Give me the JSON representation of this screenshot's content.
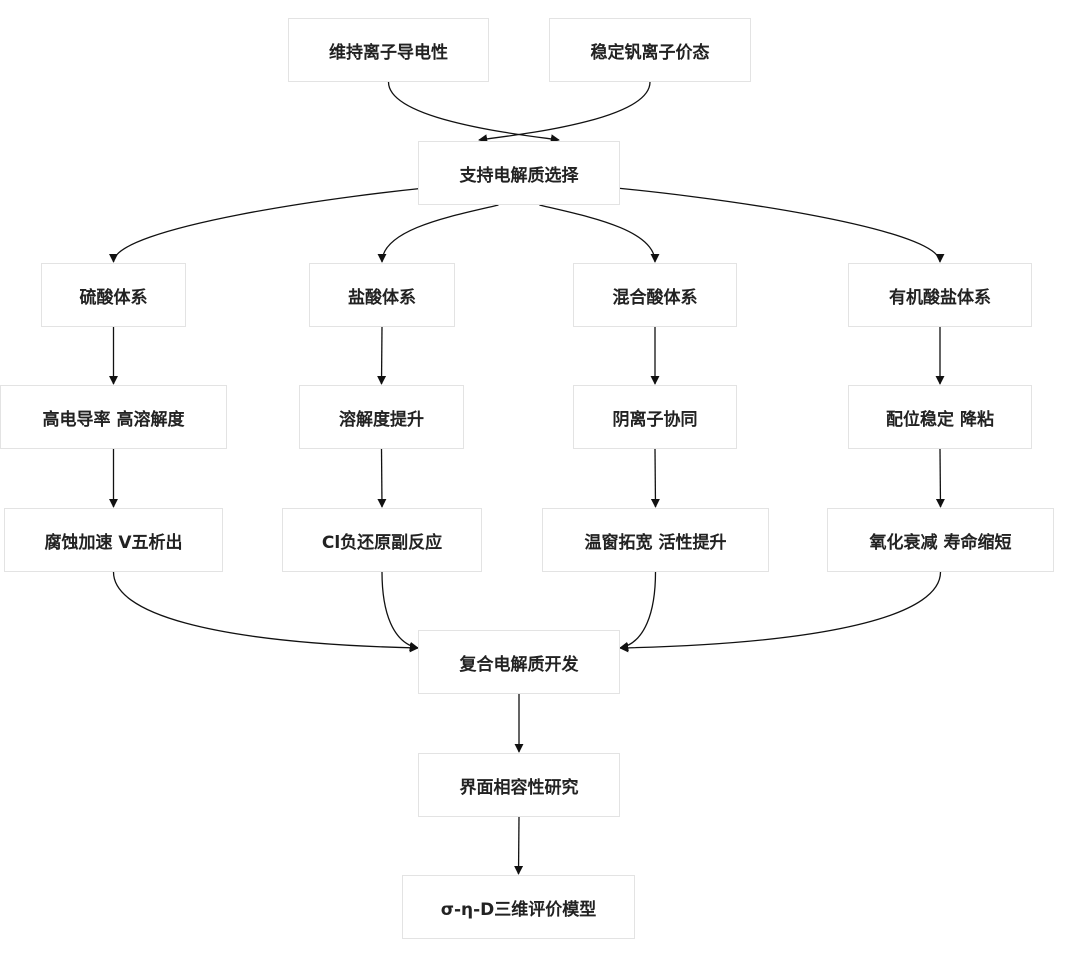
{
  "nodes": {
    "n1": "维持离子导电性",
    "n2": "稳定钒离子价态",
    "n3": "支持电解质选择",
    "a1": "硫酸体系",
    "b1": "盐酸体系",
    "c1": "混合酸体系",
    "d1": "有机酸盐体系",
    "a2": "高电导率 高溶解度",
    "b2": "溶解度提升",
    "c2": "阴离子协同",
    "d2": "配位稳定 降粘",
    "a3": "腐蚀加速 V五析出",
    "b3": "Cl负还原副反应",
    "c3": "温窗拓宽 活性提升",
    "d3": "氧化衰减 寿命缩短",
    "m1": "复合电解质开发",
    "m2": "界面相容性研究",
    "m3": "σ-η-D三维评价模型"
  },
  "edges": [
    {
      "from": "n1",
      "to": "n3"
    },
    {
      "from": "n2",
      "to": "n3"
    },
    {
      "from": "n3",
      "to": "a1"
    },
    {
      "from": "n3",
      "to": "b1"
    },
    {
      "from": "n3",
      "to": "c1"
    },
    {
      "from": "n3",
      "to": "d1"
    },
    {
      "from": "a1",
      "to": "a2"
    },
    {
      "from": "b1",
      "to": "b2"
    },
    {
      "from": "c1",
      "to": "c2"
    },
    {
      "from": "d1",
      "to": "d2"
    },
    {
      "from": "a2",
      "to": "a3"
    },
    {
      "from": "b2",
      "to": "b3"
    },
    {
      "from": "c2",
      "to": "c3"
    },
    {
      "from": "d2",
      "to": "d3"
    },
    {
      "from": "a3",
      "to": "m1"
    },
    {
      "from": "b3",
      "to": "m1"
    },
    {
      "from": "c3",
      "to": "m1"
    },
    {
      "from": "d3",
      "to": "m1"
    },
    {
      "from": "m1",
      "to": "m2"
    },
    {
      "from": "m2",
      "to": "m3"
    }
  ],
  "colors": {
    "node_border": "#e3e3e3",
    "node_text": "#222222",
    "edge": "#111111"
  }
}
